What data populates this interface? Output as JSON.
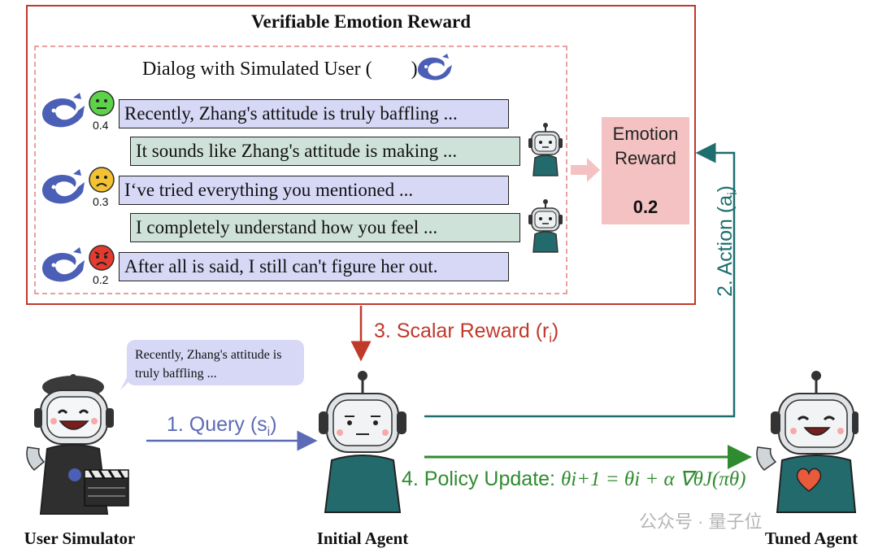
{
  "title": "Verifiable Emotion Reward",
  "dialog": {
    "title_prefix": "Dialog with Simulated User (",
    "title_suffix": ")",
    "turns": [
      {
        "role": "user",
        "text": "Recently, Zhang's attitude is truly baffling ...",
        "score": "0.4",
        "mood": "neutral"
      },
      {
        "role": "agent",
        "text": "It sounds like Zhang's attitude is making ..."
      },
      {
        "role": "user",
        "text": "I‘ve tried everything you mentioned ...",
        "score": "0.3",
        "mood": "sad"
      },
      {
        "role": "agent",
        "text": "I completely understand how you feel ..."
      },
      {
        "role": "user",
        "text": "After all is said, I still can't figure her out.",
        "score": "0.2",
        "mood": "angry"
      }
    ]
  },
  "reward": {
    "label_line1": "Emotion",
    "label_line2": "Reward",
    "value": "0.2"
  },
  "steps": {
    "query": "1. Query (s",
    "query_sub": "i",
    "action": "2. Action (a",
    "action_sub": "i",
    "scalar_reward": "3. Scalar Reward (r",
    "scalar_reward_sub": "i",
    "policy_update": "4. Policy Update:",
    "formula": "θi+1 = θi + α ∇θJ(πθ)"
  },
  "speech_bubble": "Recently, Zhang's attitude is truly baffling ...",
  "actors": {
    "user_simulator": "User Simulator",
    "initial_agent": "Initial Agent",
    "tuned_agent": "Tuned Agent"
  },
  "watermark": "公众号 · 量子位",
  "colors": {
    "box_border": "#c0392b",
    "dashed_border": "#e8a0a0",
    "user_bubble": "#d6d8f6",
    "agent_bubble": "#cfe2d9",
    "reward_fill": "#f4c2c2",
    "query_arrow": "#5b6bb5",
    "action_arrow": "#1e6e6e",
    "reward_arrow": "#c0392b",
    "update_arrow": "#2e8b2e"
  },
  "icons": [
    "whale-icon",
    "neutral-face-icon",
    "sad-face-icon",
    "angry-face-icon",
    "robot-icon",
    "clapperboard-icon",
    "heart-icon"
  ]
}
